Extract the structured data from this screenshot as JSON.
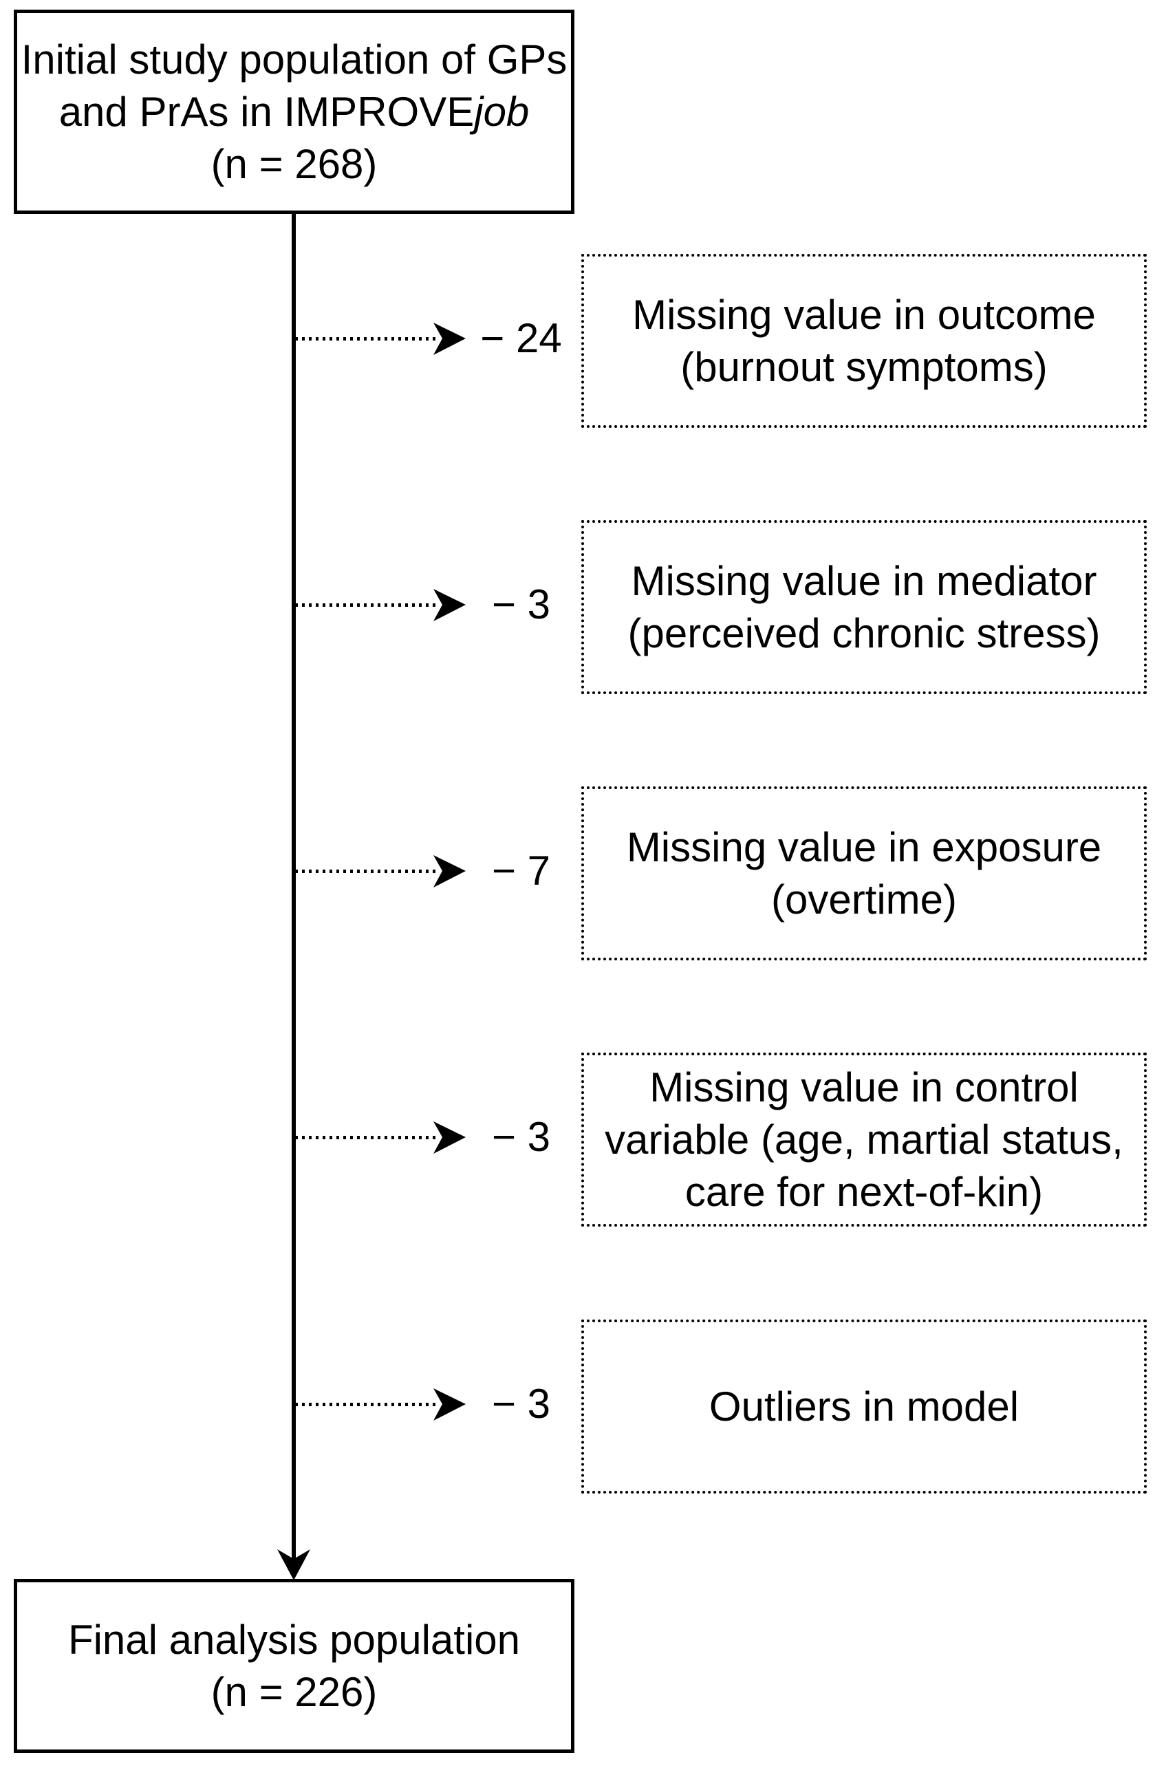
{
  "figure": {
    "background": "#ffffff",
    "line_color": "#000000"
  },
  "top_box": {
    "line1": "Initial study population of GPs",
    "line2_prefix": "and PrAs in IMPROVE",
    "line2_italic": "job",
    "line3": "(n = 268)"
  },
  "exclusions": [
    {
      "count": "− 24",
      "lines": [
        "Missing value in outcome",
        "(burnout symptoms)"
      ]
    },
    {
      "count": "− 3",
      "lines": [
        "Missing value in mediator",
        "(perceived chronic stress)"
      ]
    },
    {
      "count": "− 7",
      "lines": [
        "Missing value in exposure",
        "(overtime)"
      ]
    },
    {
      "count": "− 3",
      "lines": [
        "Missing value in control",
        "variable (age, martial status,",
        "care for next-of-kin)"
      ]
    },
    {
      "count": "− 3",
      "lines": [
        "Outliers in model"
      ]
    }
  ],
  "bottom_box": {
    "line1": "Final analysis population",
    "line2": "(n = 226)"
  }
}
